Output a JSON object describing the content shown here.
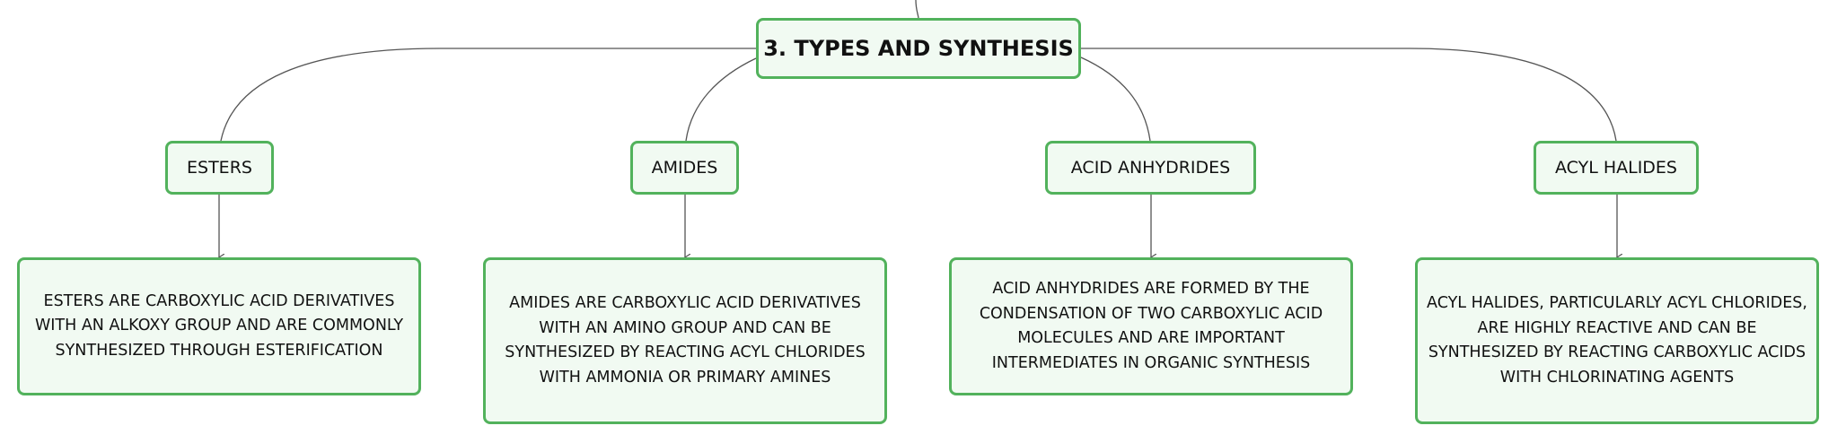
{
  "diagram": {
    "root": {
      "label": "3. TYPES AND SYNTHESIS"
    },
    "branches": [
      {
        "label": "ESTERS",
        "description": "ESTERS ARE CARBOXYLIC ACID DERIVATIVES WITH AN ALKOXY GROUP AND ARE COMMONLY SYNTHESIZED THROUGH ESTERIFICATION"
      },
      {
        "label": "AMIDES",
        "description": "AMIDES ARE CARBOXYLIC ACID DERIVATIVES WITH AN AMINO GROUP AND CAN BE SYNTHESIZED BY REACTING ACYL CHLORIDES WITH AMMONIA OR PRIMARY AMINES"
      },
      {
        "label": "ACID ANHYDRIDES",
        "description": "ACID ANHYDRIDES ARE FORMED BY THE CONDENSATION OF TWO CARBOXYLIC ACID MOLECULES AND ARE IMPORTANT INTERMEDIATES IN ORGANIC SYNTHESIS"
      },
      {
        "label": "ACYL HALIDES",
        "description": "ACYL HALIDES, PARTICULARLY ACYL CHLORIDES, ARE HIGHLY REACTIVE AND CAN BE SYNTHESIZED BY REACTING CARBOXYLIC ACIDS WITH CHLORINATING AGENTS"
      }
    ]
  },
  "colors": {
    "node_border": "#52b25c",
    "node_fill": "#f1faf2",
    "connector": "#555555"
  }
}
